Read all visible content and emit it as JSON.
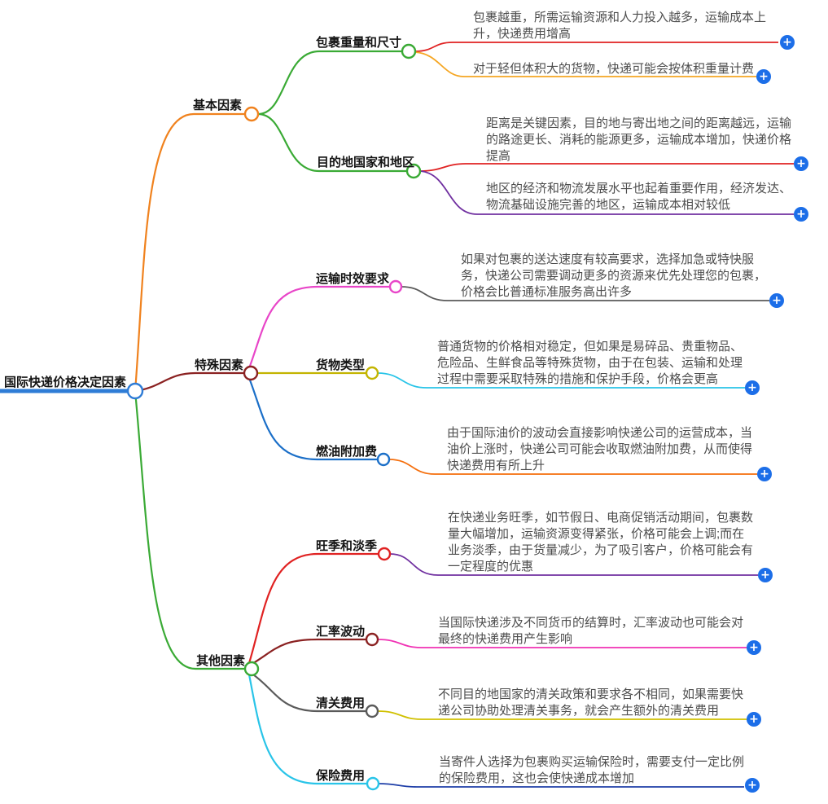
{
  "ui": {
    "expand_icon": "+",
    "accent": "#1c6ee8",
    "background": "#ffffff"
  },
  "root": {
    "label": "国际快递价格决定因素",
    "color": "#2e7cd6"
  },
  "branches": [
    {
      "label": "基本因素",
      "color": "#f0821e",
      "children": [
        {
          "label": "包裹重量和尺寸",
          "line_color": "#3aaa35",
          "leaves": [
            {
              "text": "包裹越重，所需运输资源和人力投入越多，运输成本上\n升，快递费用增高",
              "color": "#e02222"
            },
            {
              "text": "对于轻但体积大的货物，快递可能会按体积重量计费",
              "color": "#f5a623"
            }
          ]
        },
        {
          "label": "目的地国家和地区",
          "line_color": "#3aaa35",
          "leaves": [
            {
              "text": "距离是关键因素，目的地与寄出地之间的距离越远，运输\n的路途更长、消耗的能源更多，运输成本增加，快递价格\n提高",
              "color": "#e02222"
            },
            {
              "text": "地区的经济和物流发展水平也起着重要作用，经济发达、\n物流基础设施完善的地区，运输成本相对较低",
              "color": "#7030a0"
            }
          ]
        }
      ]
    },
    {
      "label": "特殊因素",
      "color": "#8b2222",
      "children": [
        {
          "label": "运输时效要求",
          "line_color": "#e845c8",
          "leaves": [
            {
              "text": "如果对包裹的送达速度有较高要求，选择加急或特快服\n务，快递公司需要调动更多的资源来优先处理您的包裹，\n价格会比普通标准服务高出许多",
              "color": "#5a5a5a"
            }
          ]
        },
        {
          "label": "货物类型",
          "line_color": "#c3b400",
          "leaves": [
            {
              "text": "普通货物的价格相对稳定，但如果是易碎品、贵重物品、\n危险品、生鲜食品等特殊货物，由于在包装、运输和处理\n过程中需要采取特殊的措施和保护手段，价格会更高",
              "color": "#29c4e8"
            }
          ]
        },
        {
          "label": "燃油附加费",
          "line_color": "#1b6fc8",
          "leaves": [
            {
              "text": "由于国际油价的波动会直接影响快递公司的运营成本，当\n油价上涨时，快递公司可能会收取燃油附加费，从而使得\n快递费用有所上升",
              "color": "#f56f0d"
            }
          ]
        }
      ]
    },
    {
      "label": "其他因素",
      "color": "#3aaa35",
      "children": [
        {
          "label": "旺季和淡季",
          "line_color": "#e02222",
          "leaves": [
            {
              "text": "在快递业务旺季，如节假日、电商促销活动期间，包裹数\n量大幅增加，运输资源变得紧张，价格可能会上调;而在\n业务淡季，由于货量减少，为了吸引客户，价格可能会有\n一定程度的优惠",
              "color": "#7030a0"
            }
          ]
        },
        {
          "label": "汇率波动",
          "line_color": "#8b2222",
          "leaves": [
            {
              "text": "当国际快递涉及不同货币的结算时，汇率波动也可能会对\n最终的快递费用产生影响",
              "color": "#f032b4"
            }
          ]
        },
        {
          "label": "清关费用",
          "line_color": "#5a5a5a",
          "leaves": [
            {
              "text": "不同目的地国家的清关政策和要求各不相同，如果需要快\n递公司协助处理清关事务，就会产生额外的清关费用",
              "color": "#d0c000"
            }
          ]
        },
        {
          "label": "保险费用",
          "line_color": "#29c4e8",
          "leaves": [
            {
              "text": "当寄件人选择为包裹购买运输保险时，需要支付一定比例\n的保险费用，这也会使快递成本增加",
              "color": "#1f3fa8"
            }
          ]
        }
      ]
    }
  ]
}
